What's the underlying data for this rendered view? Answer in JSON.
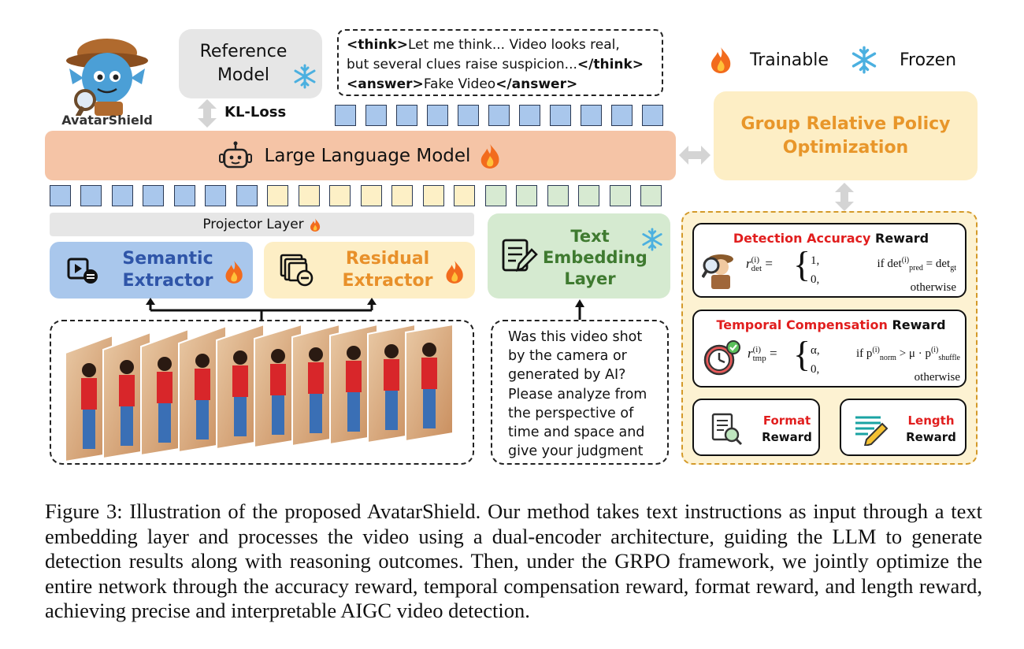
{
  "logo": {
    "text": "AvatarShield"
  },
  "reference_model": {
    "label_line1": "Reference",
    "label_line2": "Model"
  },
  "kl_loss": "KL-Loss",
  "think_box": {
    "line1_tag_open": "<think>",
    "line1_text": "Let me think...  Video looks real,",
    "line2_text": "but several clues raise suspicion...",
    "line2_tag_close": "</think>",
    "line3_tag_open": "<answer>",
    "line3_text": "Fake Video",
    "line3_tag_close": "</answer>"
  },
  "legend": {
    "trainable": "Trainable",
    "frozen": "Frozen"
  },
  "llm": {
    "label": "Large Language Model"
  },
  "grpo": {
    "line1": "Group Relative Policy",
    "line2": "Optimization"
  },
  "projector": {
    "label": "Projector Layer"
  },
  "semantic_extractor": {
    "line1": "Semantic",
    "line2": "Extractor"
  },
  "residual_extractor": {
    "line1": "Residual",
    "line2": "Extractor"
  },
  "text_embedding": {
    "line1": "Text",
    "line2": "Embedding",
    "line3": "Layer"
  },
  "question": {
    "lines": [
      "Was this video shot",
      "by the camera or",
      "generated by AI?",
      "Please analyze from",
      "the perspective of",
      "time and space and",
      "give your judgment"
    ]
  },
  "rewards": {
    "detection": {
      "title_colored": "Detection Accuracy",
      "title_plain": " Reward",
      "case1_val": "1,",
      "case1_cond": "if det",
      "case1_cond_sub": "pred",
      "case1_cond_rhs": " = det",
      "case1_rhs_sub": "gt",
      "case2_val": "0,",
      "case2_cond": "otherwise",
      "lhs": "r",
      "lhs_sup": "(i)",
      "lhs_sub": "det"
    },
    "temporal": {
      "title_colored": "Temporal Compensation",
      "title_plain": " Reward",
      "case1_val": "α,",
      "case1_cond": "if p",
      "case1_sub1": "norm",
      "case1_mid": " > μ · p",
      "case1_sub2": "shuffle",
      "case2_val": "0,",
      "case2_cond": "otherwise",
      "lhs": "r",
      "lhs_sup": "(i)",
      "lhs_sub": "tmp"
    },
    "format": {
      "title_colored": "Format",
      "title_plain": "Reward"
    },
    "length": {
      "title_colored": "Length",
      "title_plain": "Reward"
    }
  },
  "caption": "Figure 3: Illustration of the proposed AvatarShield. Our method takes text instructions as input through a text embedding layer and processes the video using a dual-encoder architecture, guiding the LLM to generate detection results along with reasoning outcomes. Then, under the GRPO framework, we jointly optimize the entire network through the accuracy reward, temporal compensation reward, format reward, and length reward, achieving precise and interpretable AIGC video detection.",
  "colors": {
    "llm_bg": "#f5c4a6",
    "grpo_bg": "#fdeec5",
    "grpo_text": "#e8962a",
    "semantic_bg": "#a9c7ec",
    "semantic_text": "#2f55a8",
    "residual_bg": "#fdeec5",
    "residual_text": "#e8902a",
    "text_emb_bg": "#d5ead0",
    "text_emb_text": "#3f7a30",
    "reward_panel_bg": "#fdf2d2",
    "reward_red": "#e11e1e"
  }
}
